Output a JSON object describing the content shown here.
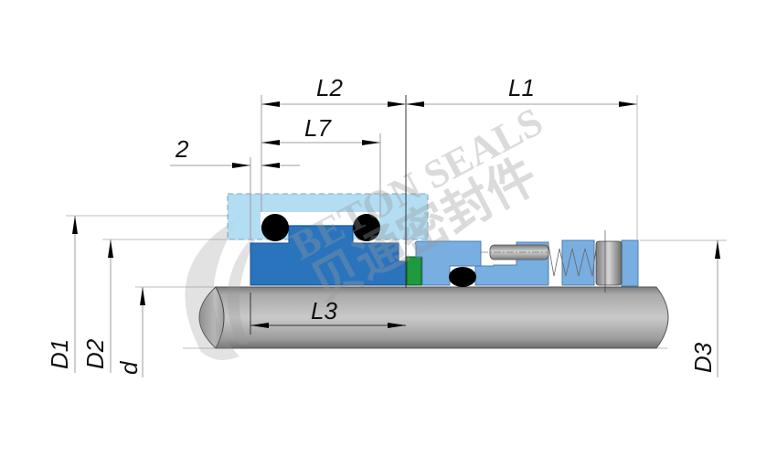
{
  "diagram": {
    "title": "Mechanical seal sectional drawing with dimensions",
    "watermark": {
      "brand_en": "BETON SEALS",
      "brand_cn": "贝通密封件"
    },
    "dimensions": {
      "horizontal": [
        {
          "id": "L2",
          "label": "L2"
        },
        {
          "id": "L1",
          "label": "L1"
        },
        {
          "id": "L7",
          "label": "L7"
        },
        {
          "id": "2",
          "label": "2"
        },
        {
          "id": "L3",
          "label": "L3"
        }
      ],
      "vertical": [
        {
          "id": "D1",
          "label": "D1"
        },
        {
          "id": "D2",
          "label": "D2"
        },
        {
          "id": "d",
          "label": "d"
        },
        {
          "id": "D3",
          "label": "D3"
        }
      ]
    },
    "components": [
      {
        "name": "stationary-seat-housing",
        "color": "#aedcf3"
      },
      {
        "name": "stationary-seat",
        "color": "#2a74be"
      },
      {
        "name": "o-ring",
        "color": "#000000"
      },
      {
        "name": "seal-face-insert",
        "color": "#1f9a3e"
      },
      {
        "name": "rotating-unit",
        "color": "#78aee0"
      },
      {
        "name": "drive-pin",
        "color": "#9a9a9a"
      },
      {
        "name": "spring",
        "color": "#777777"
      },
      {
        "name": "set-screw",
        "color": "#a0a0a0"
      },
      {
        "name": "shaft",
        "color": "#b8b8b8"
      }
    ]
  }
}
